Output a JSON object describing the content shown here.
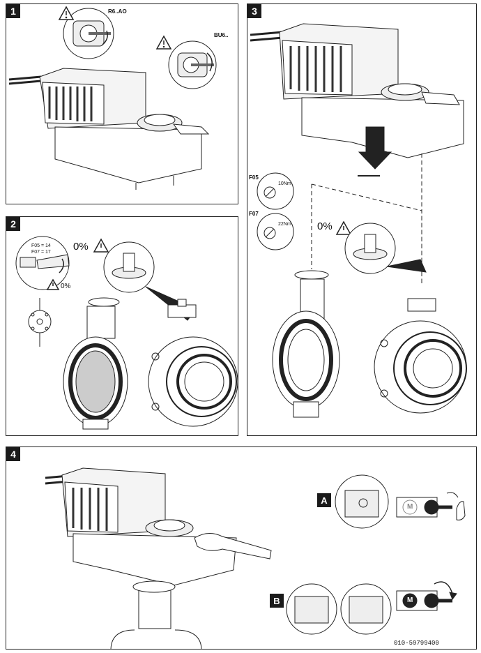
{
  "steps": {
    "one": "1",
    "two": "2",
    "three": "3",
    "four": "4"
  },
  "panel1": {
    "label_r6": "R6..AO",
    "label_bu6": "BU6.."
  },
  "panel2": {
    "zero_percent": "0%",
    "zero_percent_small": "0%",
    "f05": "F05 = 14",
    "f07": "F07 = 17"
  },
  "panel3": {
    "f05": "F05",
    "f07": "F07",
    "torque_f05": "10Nm",
    "torque_f07": "22Nm",
    "zero_percent": "0%"
  },
  "panel4": {
    "badge_a": "A",
    "badge_b": "B",
    "motor_letter_a": "M",
    "motor_letter_b": "M",
    "doc_code": "010-59799400"
  }
}
